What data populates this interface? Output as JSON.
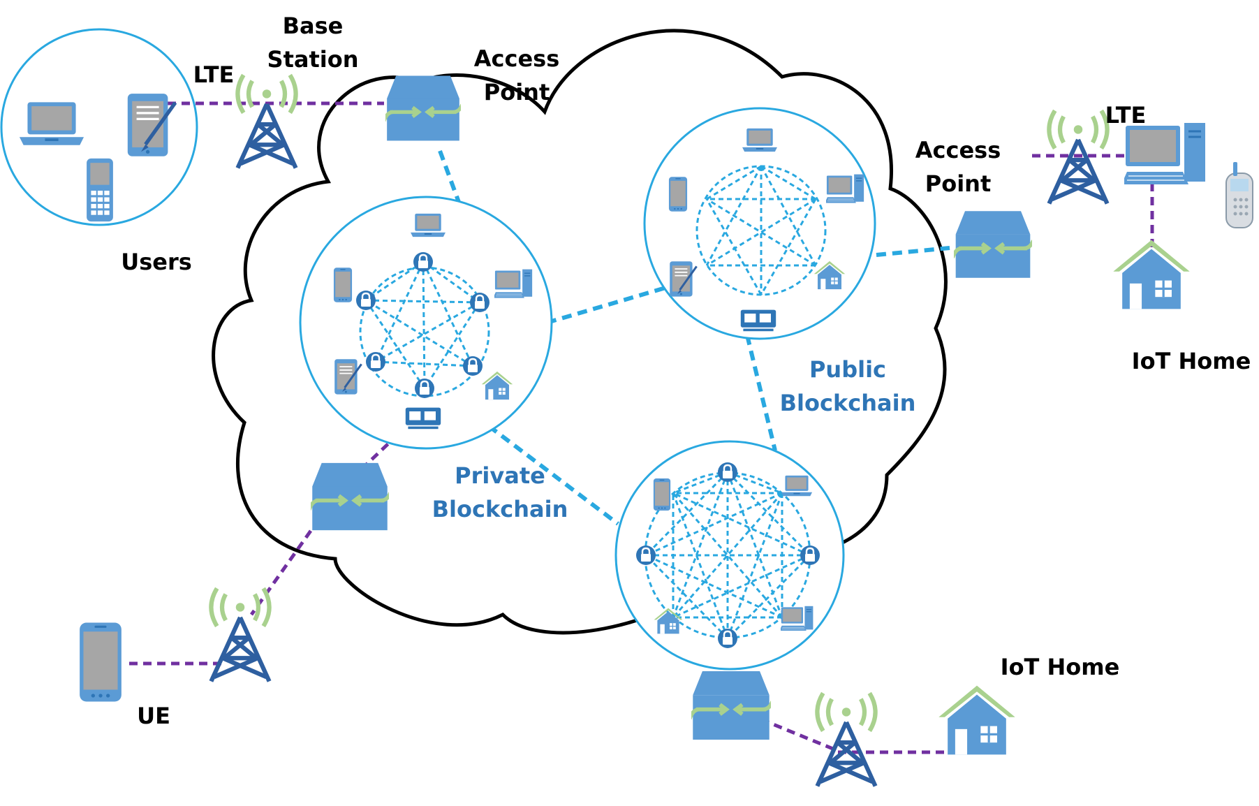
{
  "labels": {
    "base_station": [
      "Base",
      "Station"
    ],
    "lte_left": "LTE",
    "access_point_top": [
      "Access",
      "Point"
    ],
    "users": "Users",
    "lte_right": "LTE",
    "access_point_right": [
      "Access",
      "Point"
    ],
    "iot_home_right": "IoT Home",
    "public_blockchain": [
      "Public",
      "Blockchain"
    ],
    "private_blockchain": [
      "Private",
      "Blockchain"
    ],
    "ue": "UE",
    "iot_home_bottom": "IoT Home"
  },
  "colors": {
    "cloud_outline": "#000000",
    "ring": "#29a8e0",
    "mesh": "#29a8e0",
    "purple_link": "#7030a0",
    "device_blue": "#5b9bd5",
    "device_dark": "#2e75b6",
    "screen_gray": "#a6a6a6",
    "signal_green": "#a9d18e",
    "label_blue": "#2e75b6",
    "tower_blue": "#2e5fa0"
  },
  "icons": [
    "laptop-icon",
    "tablet-icon",
    "phone-icon",
    "desktop-icon",
    "house-icon",
    "router-icon",
    "cell-tower-icon",
    "lock-icon",
    "cloud-icon",
    "flip-phone-icon"
  ]
}
